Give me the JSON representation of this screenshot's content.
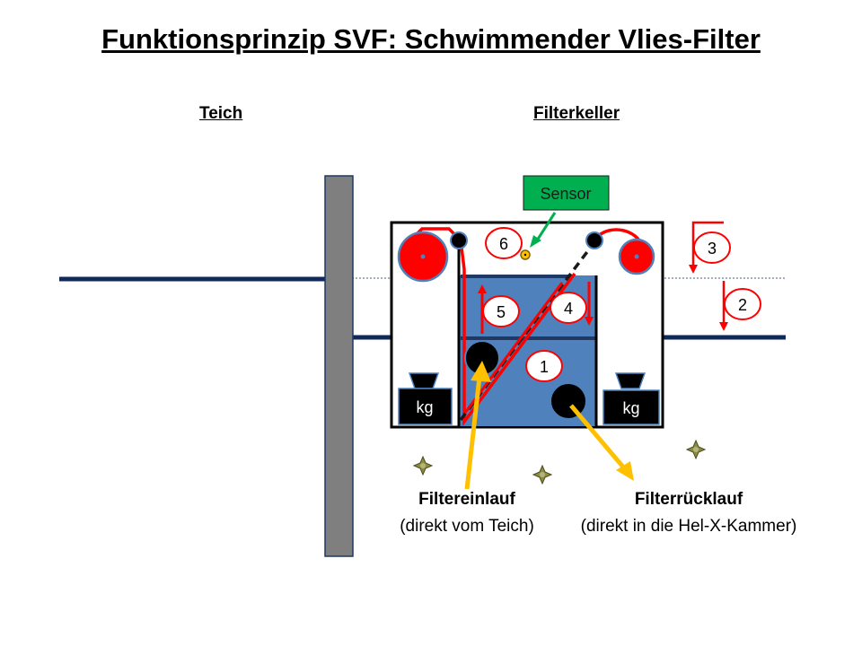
{
  "title": "Funktionsprinzip SVF: Schwimmender Vlies-Filter",
  "labels": {
    "pond": "Teich",
    "cellar": "Filterkeller",
    "sensor": "Sensor",
    "weight": "kg",
    "inlet_title": "Filtereinlauf",
    "inlet_note": "(direkt vom Teich)",
    "return_title": "Filterrücklauf",
    "return_note": "(direkt in die Hel-X-Kammer)"
  },
  "badges": [
    "1",
    "2",
    "3",
    "4",
    "5",
    "6"
  ],
  "colors": {
    "water": "#4f81bd",
    "red": "#ff0000",
    "pipe": "#0f2a5a",
    "wall": "#7f7f7f",
    "sensor_box": "#00b050",
    "arrow_yellow": "#ffc000",
    "black": "#000000"
  }
}
